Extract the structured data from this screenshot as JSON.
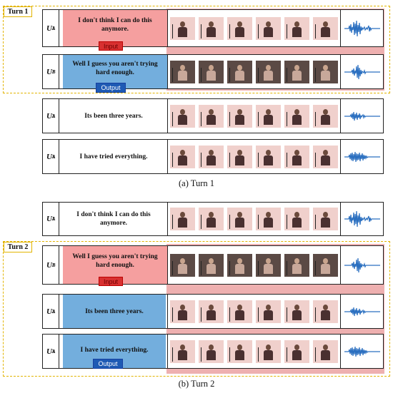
{
  "turn1": {
    "tag": "Turn 1",
    "input_tag": "Input",
    "output_tag": "Output",
    "rows": [
      {
        "speaker": "U",
        "sub": "A",
        "sup": "1",
        "text": "I don't think I can do this anymore."
      },
      {
        "speaker": "U",
        "sub": "B",
        "sup": "1",
        "text": "Well I guess you aren't trying hard enough."
      },
      {
        "speaker": "U",
        "sub": "A",
        "sup": "2",
        "text": "Its been three years."
      },
      {
        "speaker": "U",
        "sub": "A",
        "sup": "3",
        "text": "I have tried everything."
      }
    ],
    "caption_label": "(a)",
    "caption_text": " Turn 1"
  },
  "turn2": {
    "tag": "Turn 2",
    "input_tag": "Input",
    "output_tag": "Output",
    "rows": [
      {
        "speaker": "U",
        "sub": "A",
        "sup": "1",
        "text": "I don't think I can do this anymore."
      },
      {
        "speaker": "U",
        "sub": "B",
        "sup": "1",
        "text": "Well I guess you aren't trying hard enough."
      },
      {
        "speaker": "U",
        "sub": "A",
        "sup": "2",
        "text": "Its been three years."
      },
      {
        "speaker": "U",
        "sub": "A",
        "sup": "3",
        "text": "I have tried everything."
      }
    ],
    "caption_label": "(b)",
    "caption_text": " Turn 2"
  },
  "colors": {
    "turn_border": "#e2b400",
    "input_red": "#d83030",
    "output_blue": "#1e5ab4",
    "text_highlight_blue": "#5aa0d7",
    "video_pink": "#e89696",
    "waveform": "#2a6fc0"
  }
}
